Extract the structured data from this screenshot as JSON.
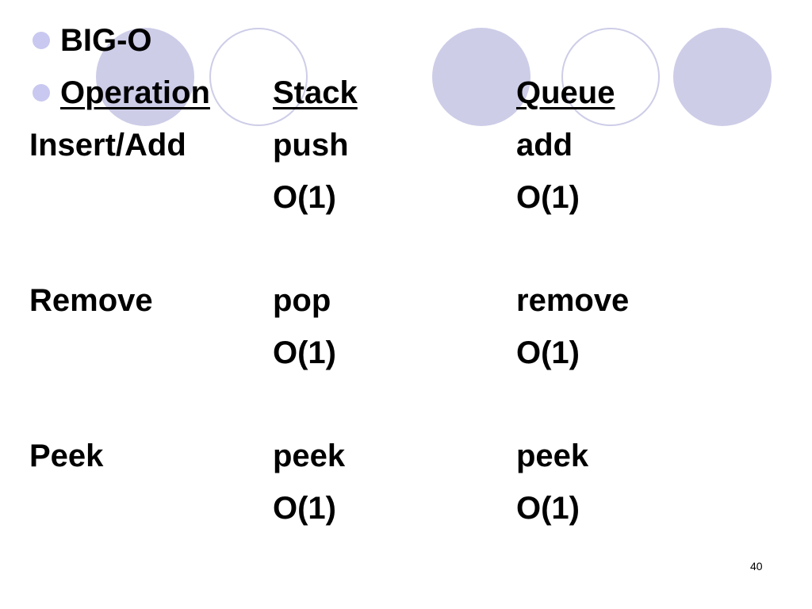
{
  "slide": {
    "title": "BIG-O",
    "page_number": "40",
    "header": {
      "operation": "Operation",
      "stack": "Stack",
      "queue": "Queue"
    },
    "rows": [
      {
        "operation": "Insert/Add",
        "stack": "push",
        "queue": "add",
        "stack_complexity": "O(1)",
        "queue_complexity": "O(1)"
      },
      {
        "operation": "Remove",
        "stack": "pop",
        "queue": "remove",
        "stack_complexity": "O(1)",
        "queue_complexity": "O(1)"
      },
      {
        "operation": "Peek",
        "stack": "peek",
        "queue": "peek",
        "stack_complexity": "O(1)",
        "queue_complexity": "O(1)"
      }
    ]
  },
  "colors": {
    "decoration": "#cdcde8",
    "bullet": "#c8c8f0",
    "text": "#000000",
    "background": "#ffffff"
  }
}
